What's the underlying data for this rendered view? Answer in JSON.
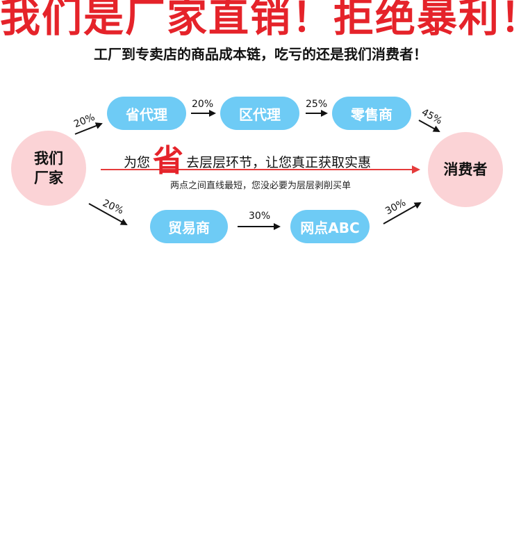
{
  "headline": "我们是厂家直销！拒绝暴利！",
  "subtitle": "工厂到专卖店的商品成本链，吃亏的还是我们消费者！",
  "nodes": {
    "manufacturer_line1": "我们",
    "manufacturer_line2": "厂家",
    "consumer": "消费者",
    "provincial_agent": "省代理",
    "district_agent": "区代理",
    "retailer": "零售商",
    "trader": "贸易商",
    "outlet": "网点ABC"
  },
  "percents": {
    "to_provincial": "20%",
    "provincial_to_district": "20%",
    "district_to_retailer": "25%",
    "retailer_to_consumer": "45%",
    "to_trader": "20%",
    "trader_to_outlet": "30%",
    "outlet_to_consumer": "30%"
  },
  "savings": {
    "prefix": "为您",
    "emphasis": "省",
    "suffix": "去层层环节，让您真正获取实惠",
    "note": "两点之间直线最短，您没必要为层层剥削买单"
  },
  "colors": {
    "headline_red": "#e5232a",
    "pill_blue": "#6ecbf5",
    "circle_pink": "#fbd3d6",
    "arrow_red": "#e53b3b",
    "save_red": "#e5232a"
  }
}
